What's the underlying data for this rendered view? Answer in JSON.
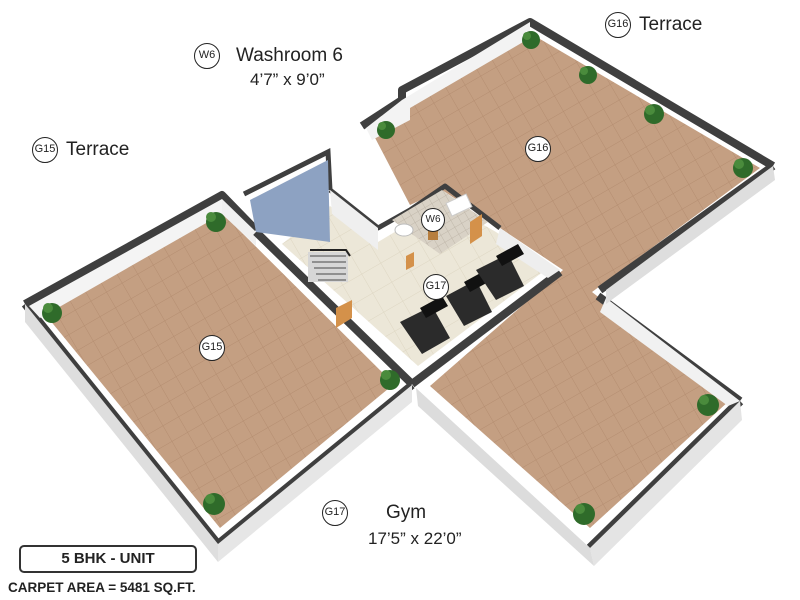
{
  "rooms": {
    "g15": {
      "code": "G15",
      "name": "Terrace"
    },
    "g16": {
      "code": "G16",
      "name": "Terrace"
    },
    "g17": {
      "code": "G17",
      "name": "Gym",
      "dimensions": "17’5” x 22’0”"
    },
    "w6": {
      "code": "W6",
      "name": "Washroom 6",
      "dimensions": "4’7” x 9’0”"
    }
  },
  "unit": {
    "type": "5 BHK - UNIT",
    "carpet_area": "CARPET AREA = 5481 SQ.FT."
  },
  "colors": {
    "floor_tile": "#c49f82",
    "tile_grid": "#b48d70",
    "wall_top": "#3f3f3f",
    "wall_inner": "#f4f4f4",
    "gym_floor": "#ebe6d6",
    "blue_wall": "#8da2c2",
    "door": "#d4914a"
  },
  "icons": [
    "potted-plant-icon",
    "treadmill-icon",
    "staircase-icon",
    "door-icon"
  ]
}
